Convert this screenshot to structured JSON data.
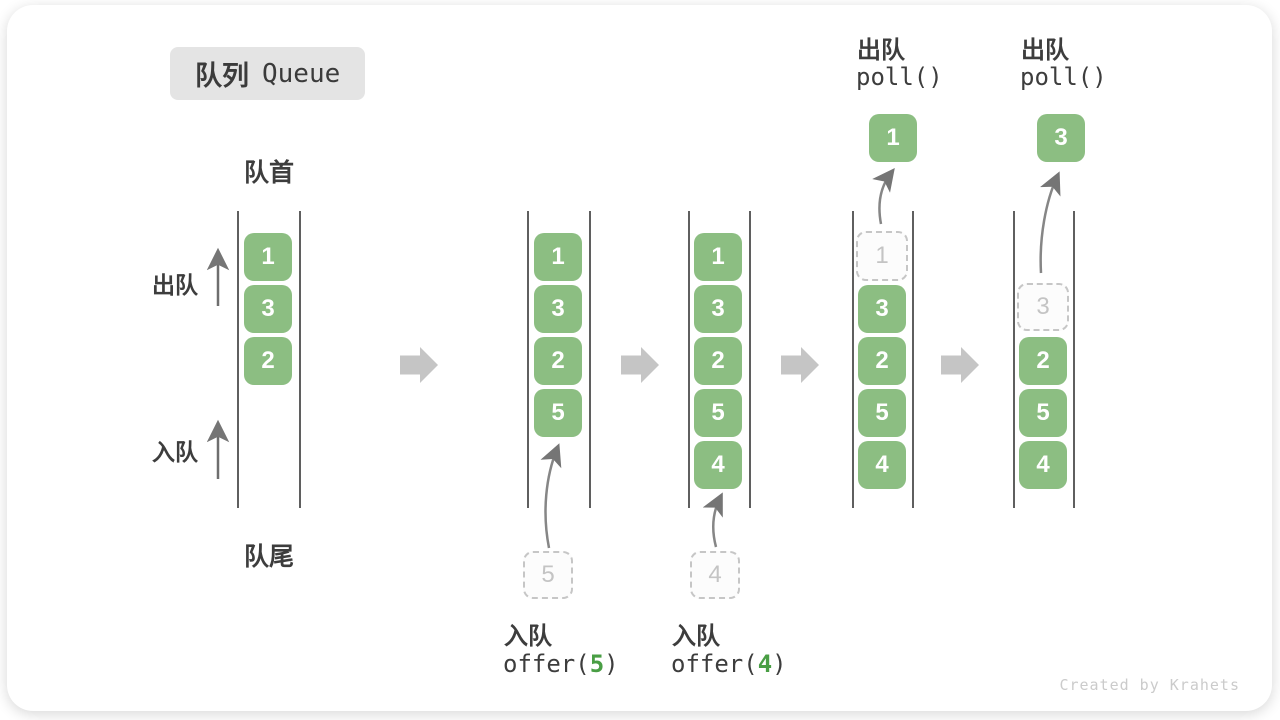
{
  "title": {
    "zh": "队列",
    "en": "Queue"
  },
  "labels": {
    "front": "队首",
    "rear": "队尾",
    "dequeue_side": "出队",
    "enqueue_side": "入队"
  },
  "queues": [
    {
      "boxes": [
        "1",
        "3",
        "2"
      ]
    },
    {
      "boxes": [
        "1",
        "3",
        "2",
        "5"
      ],
      "incoming": "5"
    },
    {
      "boxes": [
        "1",
        "3",
        "2",
        "5",
        "4"
      ],
      "incoming": "4"
    },
    {
      "ghost": "1",
      "boxes": [
        "3",
        "2",
        "5",
        "4"
      ],
      "polled": "1",
      "op": {
        "zh": "出队",
        "code": "poll()"
      }
    },
    {
      "ghost": "3",
      "boxes": [
        "2",
        "5",
        "4"
      ],
      "polled": "3",
      "op": {
        "zh": "出队",
        "code": "poll()"
      }
    }
  ],
  "enqueue_ops": [
    {
      "zh": "入队",
      "fn": "offer(",
      "arg": "5",
      "close": ")"
    },
    {
      "zh": "入队",
      "fn": "offer(",
      "arg": "4",
      "close": ")"
    }
  ],
  "watermark": "Created by Krahets",
  "colors": {
    "box_green": "#8CBE82",
    "arg_green": "#499E44",
    "block_arrow_gray": "#C5C5C5",
    "ghost_gray": "#C6C6C6",
    "wall_gray": "#5F5F5F",
    "text_dark": "#3D3D3D"
  }
}
